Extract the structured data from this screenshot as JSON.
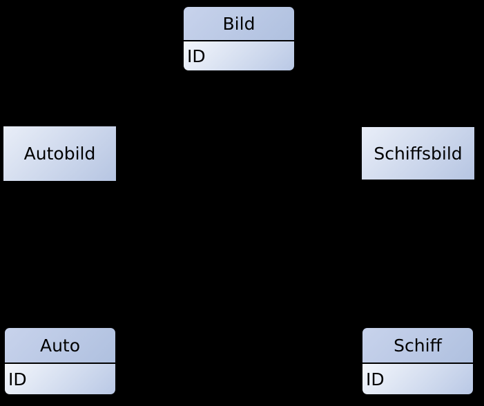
{
  "diagram": {
    "type": "uml-class-diagram",
    "background_color": "#000000",
    "colors": {
      "border": "#000000",
      "text": "#000000",
      "header_gradient_start": "#c8d3ec",
      "header_gradient_end": "#afc0df",
      "body_gradient_start": "#f4f7fc",
      "body_gradient_end": "#b9c8e5",
      "plain_gradient_start": "#e9eef8",
      "plain_gradient_end": "#b6c5e2"
    },
    "entities": [
      {
        "name": "Bild",
        "shape": "rounded",
        "attributes": [
          "ID"
        ]
      },
      {
        "name": "Autobild",
        "shape": "rectangle",
        "attributes": []
      },
      {
        "name": "Schiffsbild",
        "shape": "rectangle",
        "attributes": []
      },
      {
        "name": "Auto",
        "shape": "rounded",
        "attributes": [
          "ID"
        ]
      },
      {
        "name": "Schiff",
        "shape": "rounded",
        "attributes": [
          "ID"
        ]
      }
    ]
  }
}
